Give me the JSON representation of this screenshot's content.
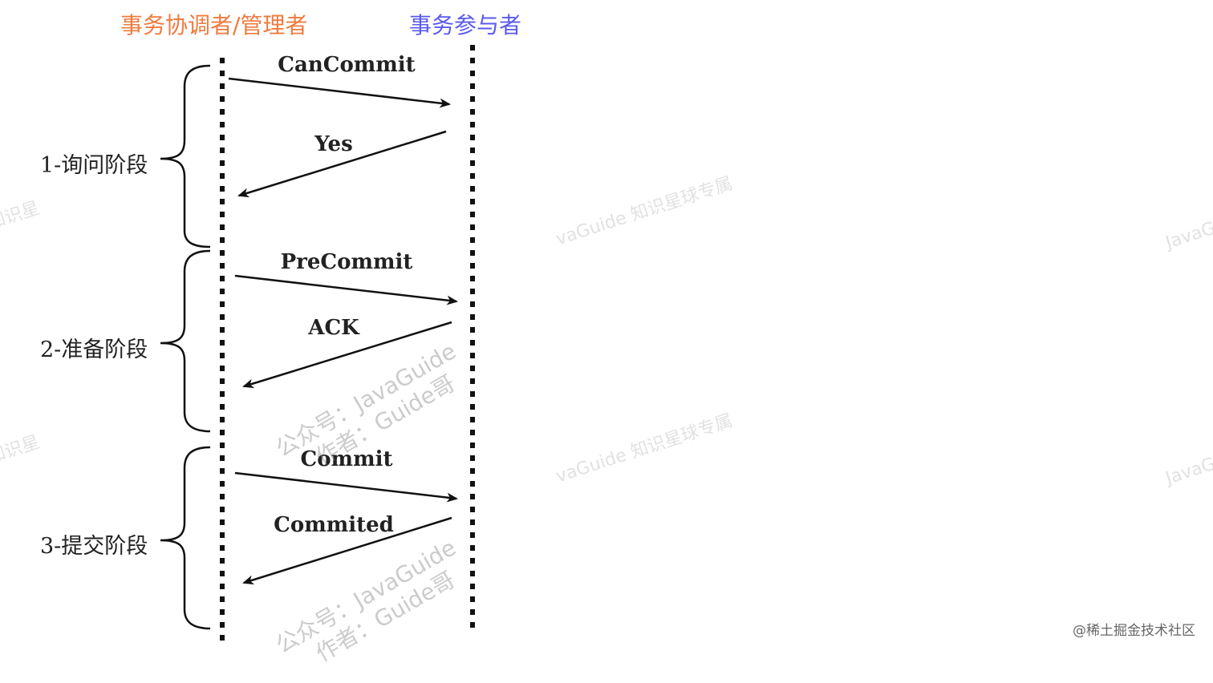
{
  "roles": {
    "coordinator": "事务协调者/管理者",
    "participant": "事务参与者"
  },
  "colors": {
    "coordinator": "#f07a3e",
    "participant": "#5a5af0",
    "lines": "#111111",
    "text": "#222222"
  },
  "phases": [
    {
      "label": "1-询问阶段"
    },
    {
      "label": "2-准备阶段"
    },
    {
      "label": "3-提交阶段"
    }
  ],
  "messages": [
    {
      "label": "CanCommit",
      "direction": "coordinator-to-participant"
    },
    {
      "label": "Yes",
      "direction": "participant-to-coordinator"
    },
    {
      "label": "PreCommit",
      "direction": "coordinator-to-participant"
    },
    {
      "label": "ACK",
      "direction": "participant-to-coordinator"
    },
    {
      "label": "Commit",
      "direction": "coordinator-to-participant"
    },
    {
      "label": "Commited",
      "direction": "participant-to-coordinator"
    }
  ],
  "watermarks": {
    "site": "vaGuide 知识星球专属",
    "site_cut": "JavaG",
    "site_left": "知识星",
    "public_account": "公众号：JavaGuide",
    "author": "作者：Guide哥"
  },
  "footer": {
    "credit": "@稀土掘金技术社区"
  }
}
